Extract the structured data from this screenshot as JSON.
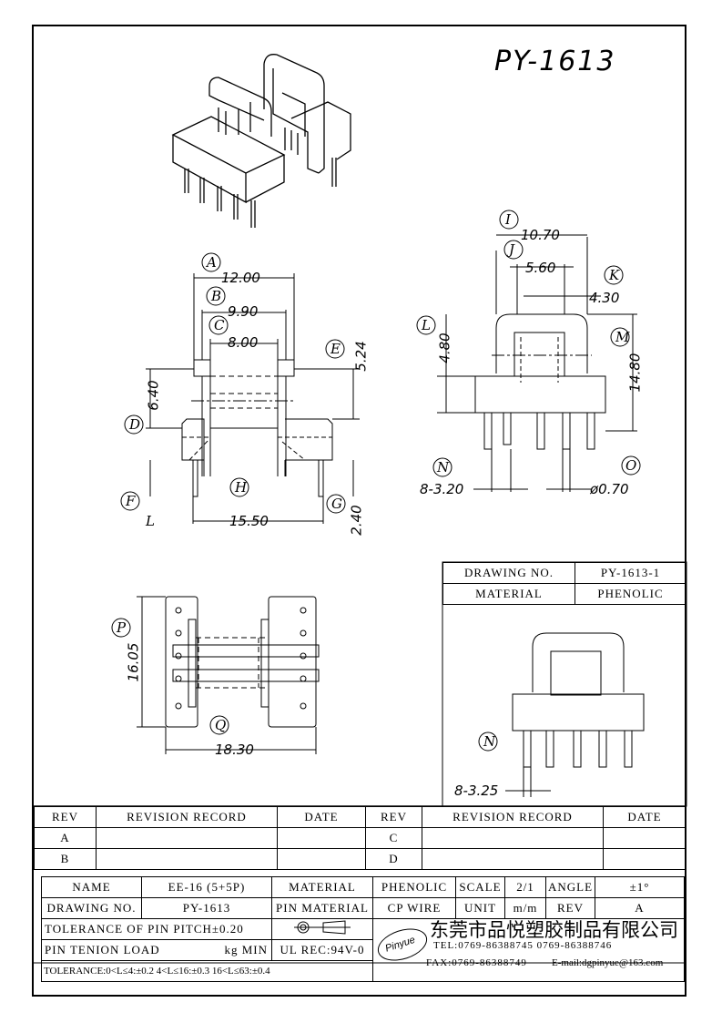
{
  "title": "PY-1613",
  "dims": {
    "a": "A",
    "a_val": "12.00",
    "b": "B",
    "b_val": "9.90",
    "c": "C",
    "c_val": "8.00",
    "d": "D",
    "d_val": "6.40",
    "e": "E",
    "e_val": "5.24",
    "f": "F",
    "l": "L",
    "g": "G",
    "g_val": "2.40",
    "h": "H",
    "h_val": "15.50",
    "i": "I",
    "i_val": "10.70",
    "j": "J",
    "j_val": "5.60",
    "k": "K",
    "k_val": "4.30",
    "lbl_l": "L",
    "l_val": "4.80",
    "m": "M",
    "m_val": "14.80",
    "n": "N",
    "n_val": "8-3.20",
    "o": "O",
    "o_val": "ø0.70",
    "p": "P",
    "p_val": "16.05",
    "q": "Q",
    "q_val": "18.30",
    "n2": "N",
    "n2_val": "8-3.25"
  },
  "info_box": {
    "drawing_no_label": "DRAWING NO.",
    "drawing_no": "PY-1613-1",
    "material_label": "MATERIAL",
    "material": "PHENOLIC"
  },
  "revision": {
    "headers": [
      "REV",
      "REVISION RECORD",
      "DATE",
      "REV",
      "REVISION RECORD",
      "DATE"
    ],
    "rows": [
      [
        "A",
        "",
        "",
        "C",
        "",
        ""
      ],
      [
        "B",
        "",
        "",
        "D",
        "",
        ""
      ]
    ]
  },
  "title_block": {
    "name_label": "NAME",
    "name": "EE-16 (5+5P)",
    "material_label": "MATERIAL",
    "material": "PHENOLIC",
    "scale_label": "SCALE",
    "scale": "2/1",
    "angle_label": "ANGLE",
    "angle": "±1°",
    "drawing_no_label": "DRAWING NO.",
    "drawing_no": "PY-1613",
    "pin_material_label": "PIN MATERIAL",
    "pin_material": "CP WIRE",
    "unit_label": "UNIT",
    "unit": "m/m",
    "rev_label": "REV",
    "rev": "A",
    "tolerance_pitch": "TOLERANCE OF PIN PITCH±0.20",
    "pin_tension": "PIN TENION LOAD",
    "pin_tension_unit": "kg MIN",
    "ul_rec": "UL REC:94V-0",
    "tolerance": "TOLERANCE:0<L≤4:±0.2  4<L≤16:±0.3  16<L≤63:±0.4",
    "logo_text": "Pinyue",
    "company": "东莞市品悦塑胶制品有限公司",
    "tel": "TEL:0769-86388745    0769-86388746",
    "fax": "FAX:0769-86388749",
    "email": "E-mail:dgpinyue@163.com"
  }
}
